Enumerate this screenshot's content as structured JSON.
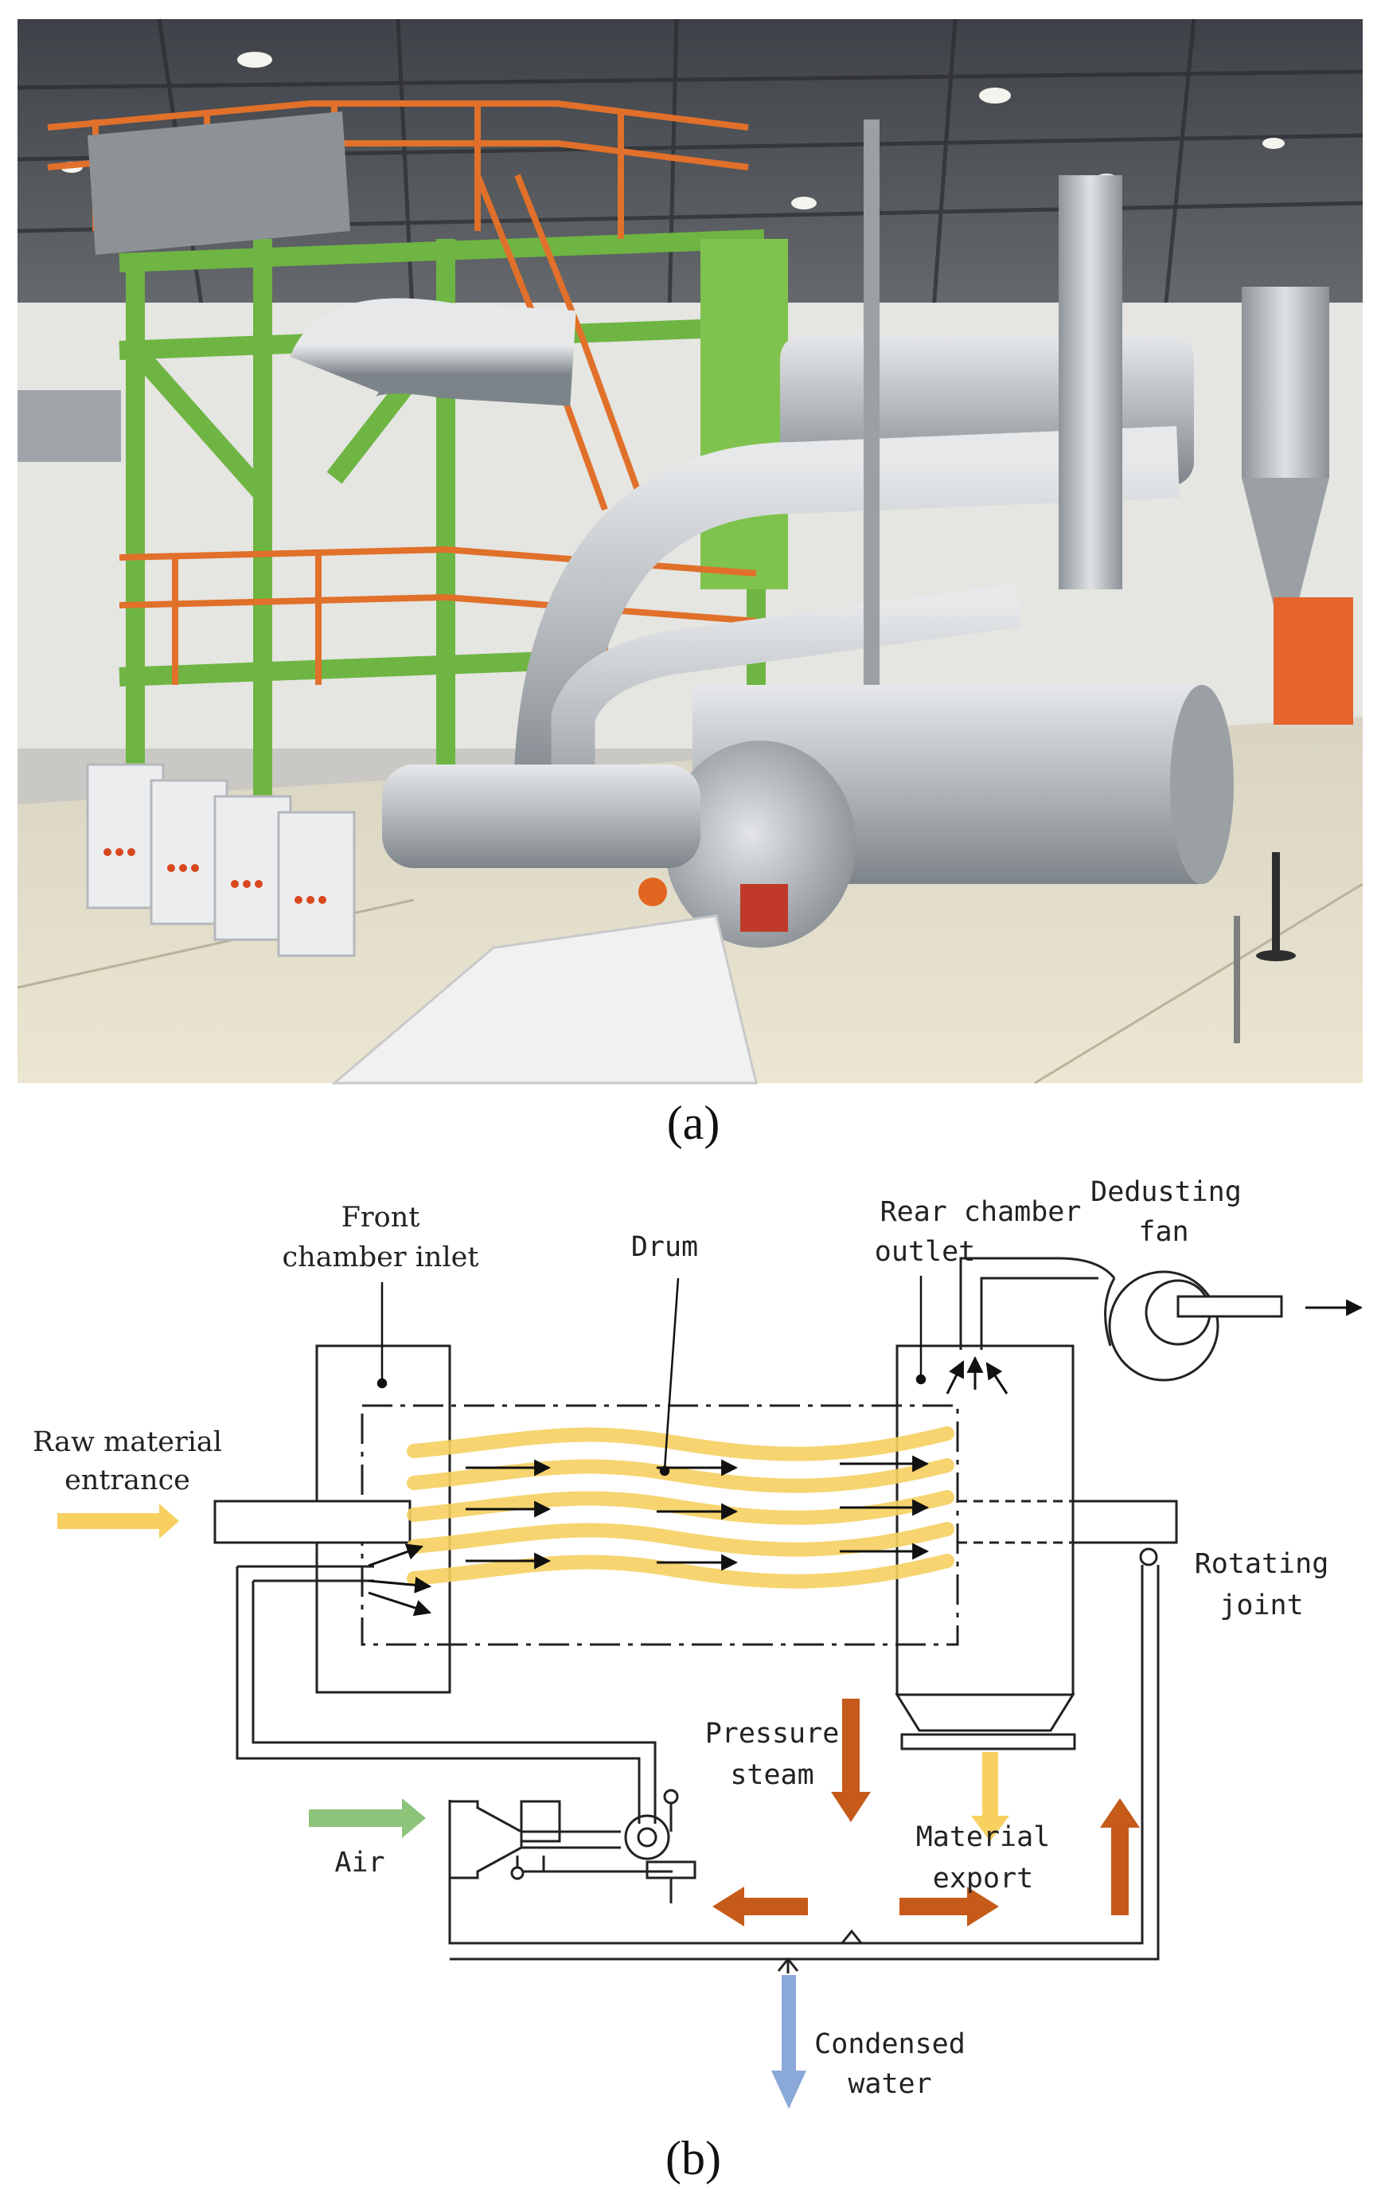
{
  "panel_labels": {
    "a": "(a)",
    "b": "(b)"
  },
  "diagram": {
    "front_chamber_inlet": [
      "Front",
      "chamber inlet"
    ],
    "drum": "Drum",
    "rear_chamber_outlet": [
      "Rear chamber",
      "outlet"
    ],
    "dedusting_fan": [
      "Dedusting",
      "fan"
    ],
    "raw_material_entrance": [
      "Raw material",
      "entrance"
    ],
    "rotating_joint": [
      "Rotating",
      "joint"
    ],
    "pressure_steam": [
      "Pressure",
      "steam"
    ],
    "material_export": [
      "Material",
      "export"
    ],
    "air": "Air",
    "condensed_water": [
      "Condensed",
      "water"
    ]
  },
  "colors": {
    "material_flow": "#f7d060",
    "steam": "#c55a1a",
    "air": "#8cc47a",
    "condensed_water": "#8aa8d8",
    "frame_green": "#7fc34e",
    "railing_orange": "#e0702a",
    "steel": "#b9bec2"
  }
}
